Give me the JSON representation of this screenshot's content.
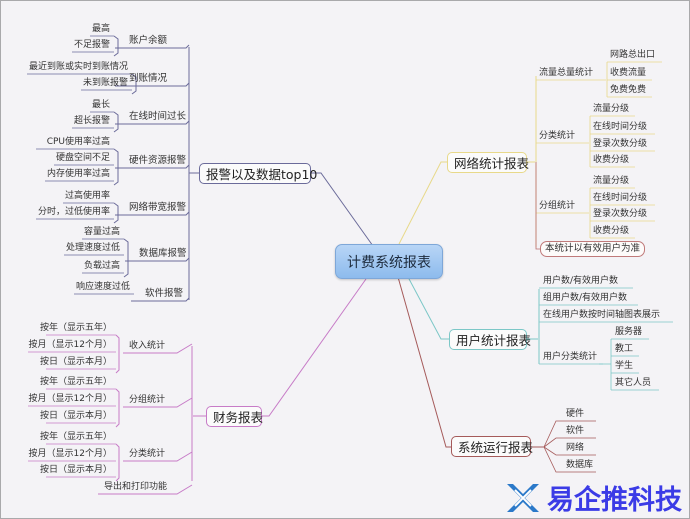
{
  "center": {
    "label": "计费系统报表",
    "color": "#8dbbed"
  },
  "branches": {
    "alarm": {
      "label": "报警以及数据top10",
      "color": "#6b6b9a",
      "children": [
        {
          "label": "账户余额",
          "leaves": [
            "最高",
            "不足报警"
          ]
        },
        {
          "label": "到账情况",
          "leaves": [
            "最近到账或实时到账情况",
            "未到账报警"
          ]
        },
        {
          "label": "在线时间过长",
          "leaves": [
            "最长",
            "超长报警"
          ]
        },
        {
          "label": "硬件资源报警",
          "leaves": [
            "CPU使用率过高",
            "硬盘空间不足",
            "内存使用率过高"
          ]
        },
        {
          "label": "网络带宽报警",
          "leaves": [
            "过高使用率",
            "分时，过低使用率"
          ]
        },
        {
          "label": "数据库报警",
          "leaves": [
            "容量过高",
            "处理速度过低",
            "负载过高"
          ]
        },
        {
          "label": "软件报警",
          "leaves": [
            "响应速度过低"
          ]
        }
      ]
    },
    "finance": {
      "label": "财务报表",
      "color": "#c77bc7",
      "children": [
        {
          "label": "收入统计",
          "leaves": [
            "按年（显示五年）",
            "按月（显示12个月）",
            "按日（显示本月）"
          ]
        },
        {
          "label": "分组统计",
          "leaves": [
            "按年（显示五年）",
            "按月（显示12个月）",
            "按日（显示本月）"
          ]
        },
        {
          "label": "分类统计",
          "leaves": [
            "按年（显示五年）",
            "按月（显示12个月）",
            "按日（显示本月）"
          ]
        },
        {
          "label": "导出和打印功能",
          "leaves": []
        }
      ]
    },
    "network": {
      "label": "网络统计报表",
      "color": "#e8d98a",
      "children": [
        {
          "label": "流量总量统计",
          "leaves": [
            "网路总出口",
            "收费流量",
            "免费免费"
          ]
        },
        {
          "label": "分类统计",
          "leaves": [
            "流量分级",
            "在线时间分级",
            "登录次数分级",
            "收费分级"
          ]
        },
        {
          "label": "分组统计",
          "leaves": [
            "流量分级",
            "在线时间分级",
            "登录次数分级",
            "收费分级"
          ]
        }
      ],
      "note": "本统计以有效用户为准"
    },
    "users": {
      "label": "用户统计报表",
      "color": "#7cc7c7",
      "children": [
        {
          "label": "用户数/有效用户数",
          "leaves": []
        },
        {
          "label": "组用户数/有效用户数",
          "leaves": []
        },
        {
          "label": "在线用户数按时间轴图表展示",
          "leaves": []
        },
        {
          "label": "用户分类统计",
          "leaves": [
            "服务器",
            "教工",
            "学生",
            "其它人员"
          ]
        }
      ]
    },
    "system": {
      "label": "系统运行报表",
      "color": "#a55a5a",
      "children": [
        {
          "label": "硬件",
          "leaves": []
        },
        {
          "label": "软件",
          "leaves": []
        },
        {
          "label": "网络",
          "leaves": []
        },
        {
          "label": "数据库",
          "leaves": []
        }
      ]
    }
  },
  "watermark": {
    "text": "易企推科技",
    "color": "#3b3be6"
  }
}
